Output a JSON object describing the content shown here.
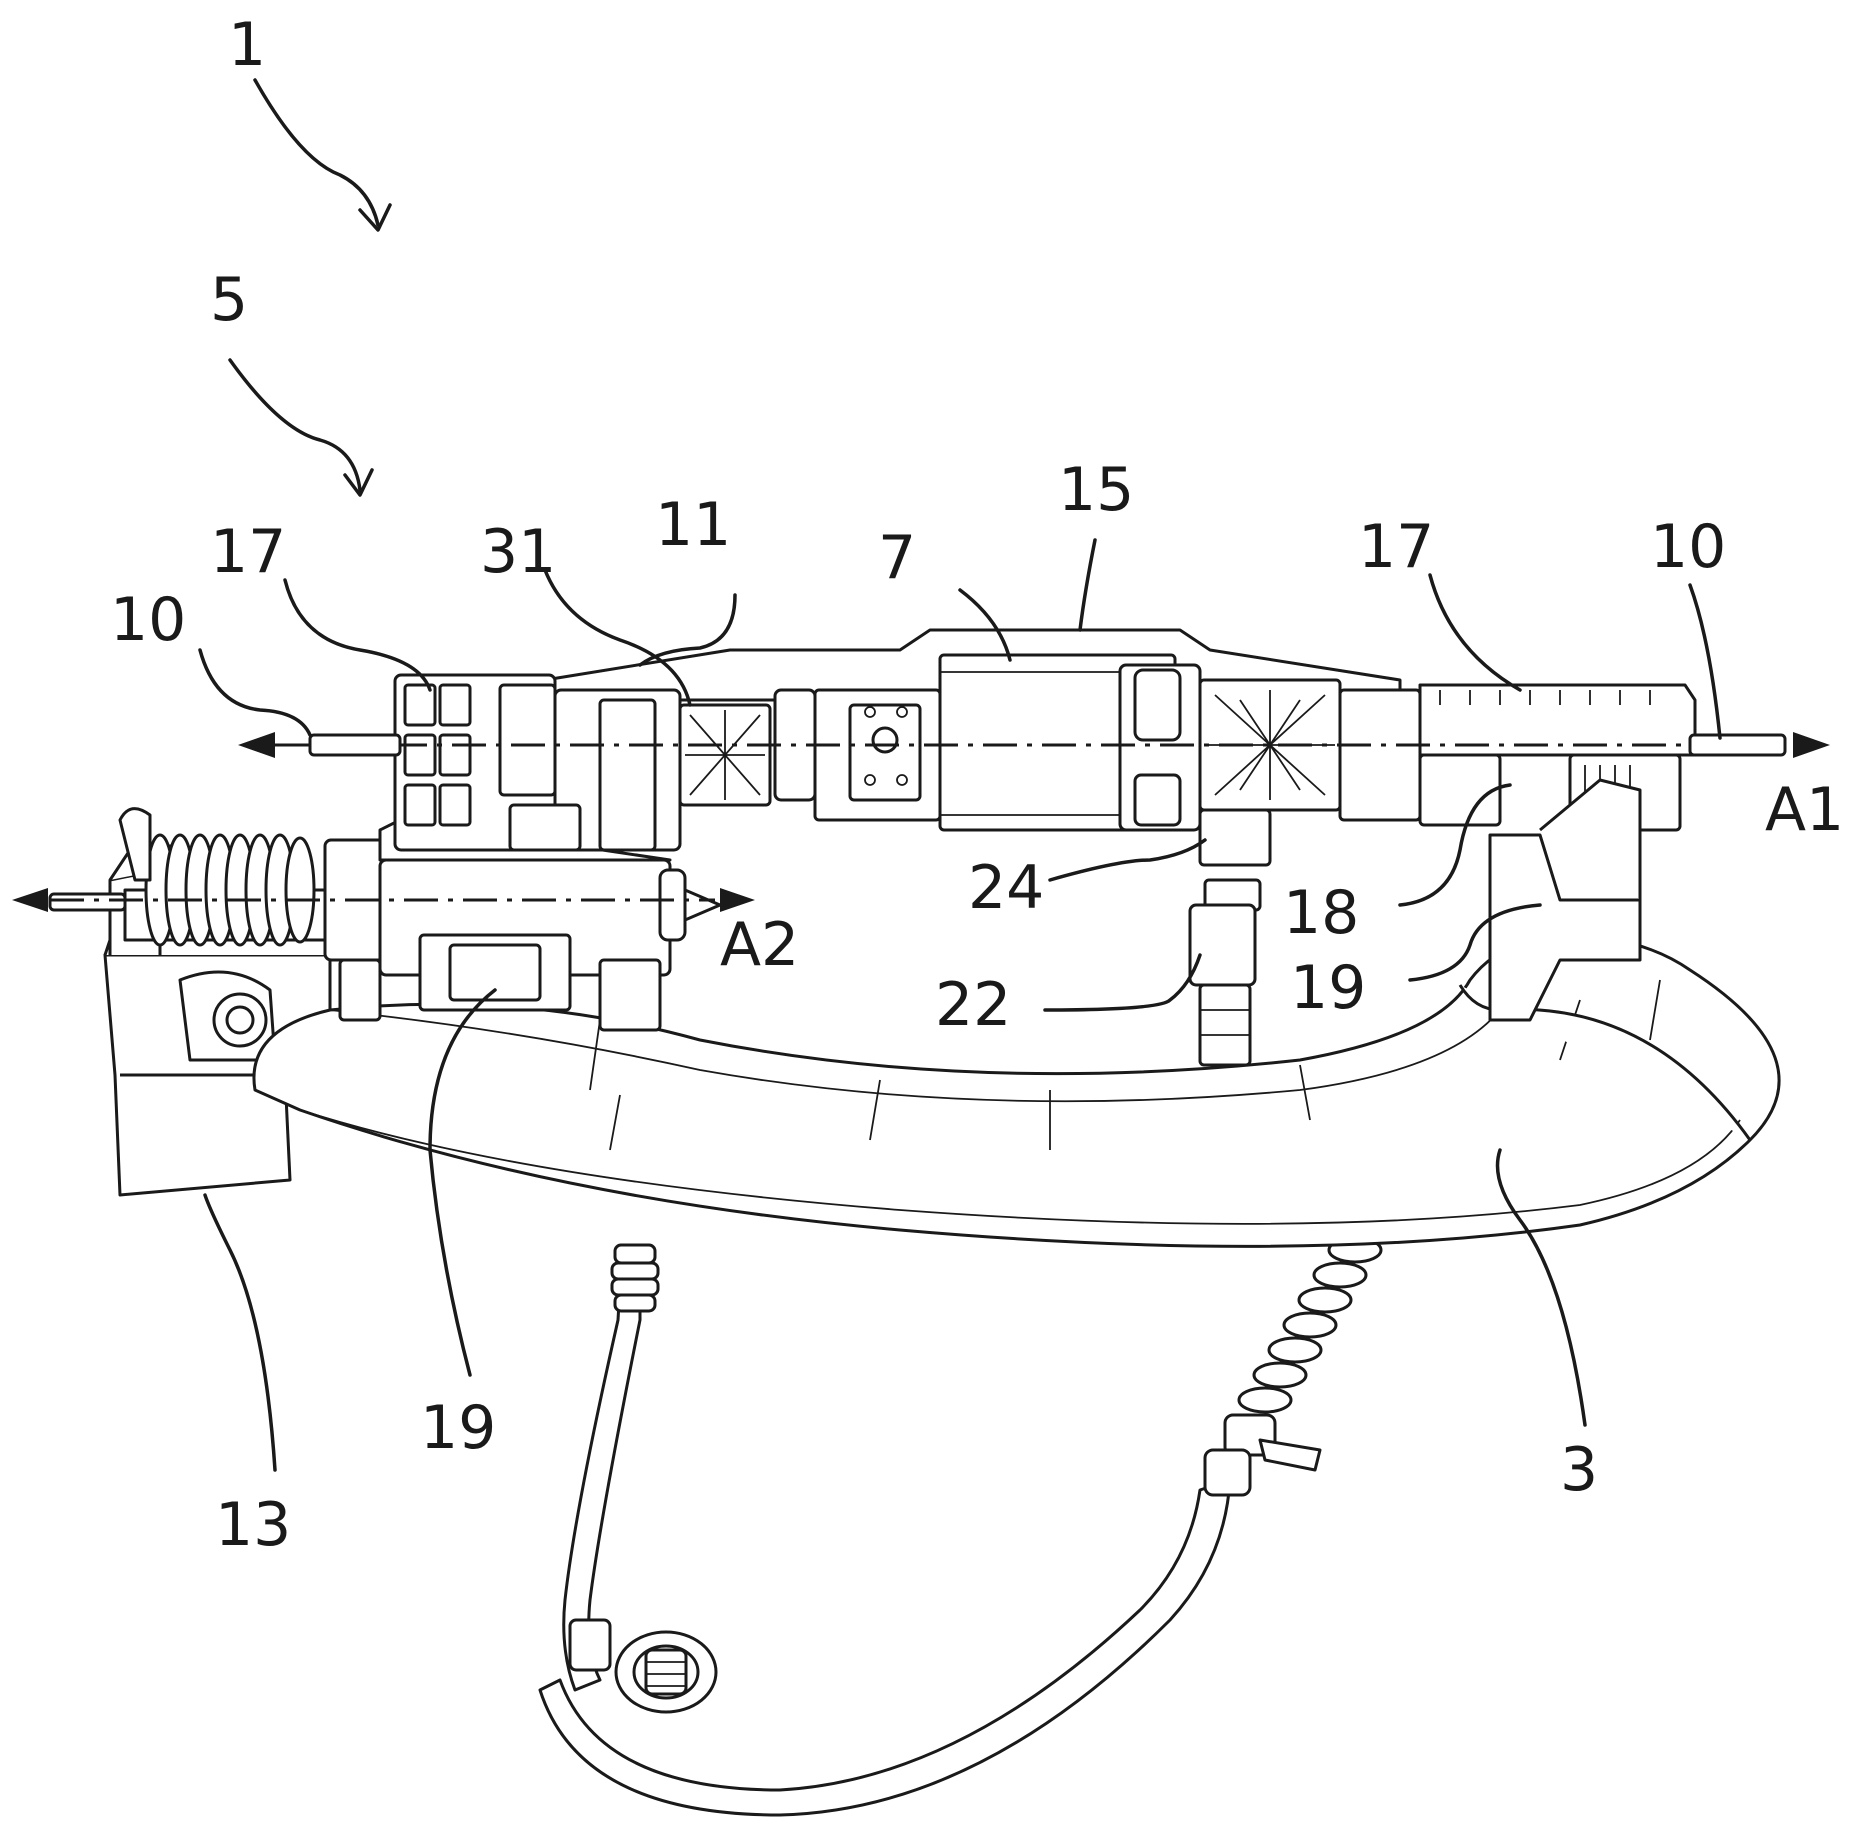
{
  "labels": {
    "l1": "1",
    "l5": "5",
    "l17a": "17",
    "l31": "31",
    "l11": "11",
    "l7": "7",
    "l15": "15",
    "l17b": "17",
    "l10a": "10",
    "l10b": "10",
    "la1": "A1",
    "la2": "A2",
    "l24": "24",
    "l18": "18",
    "l22": "22",
    "l19a": "19",
    "l19b": "19",
    "l13": "13",
    "l3": "3"
  },
  "colors": {
    "line": "#1a1a1a",
    "background": "#ffffff"
  }
}
